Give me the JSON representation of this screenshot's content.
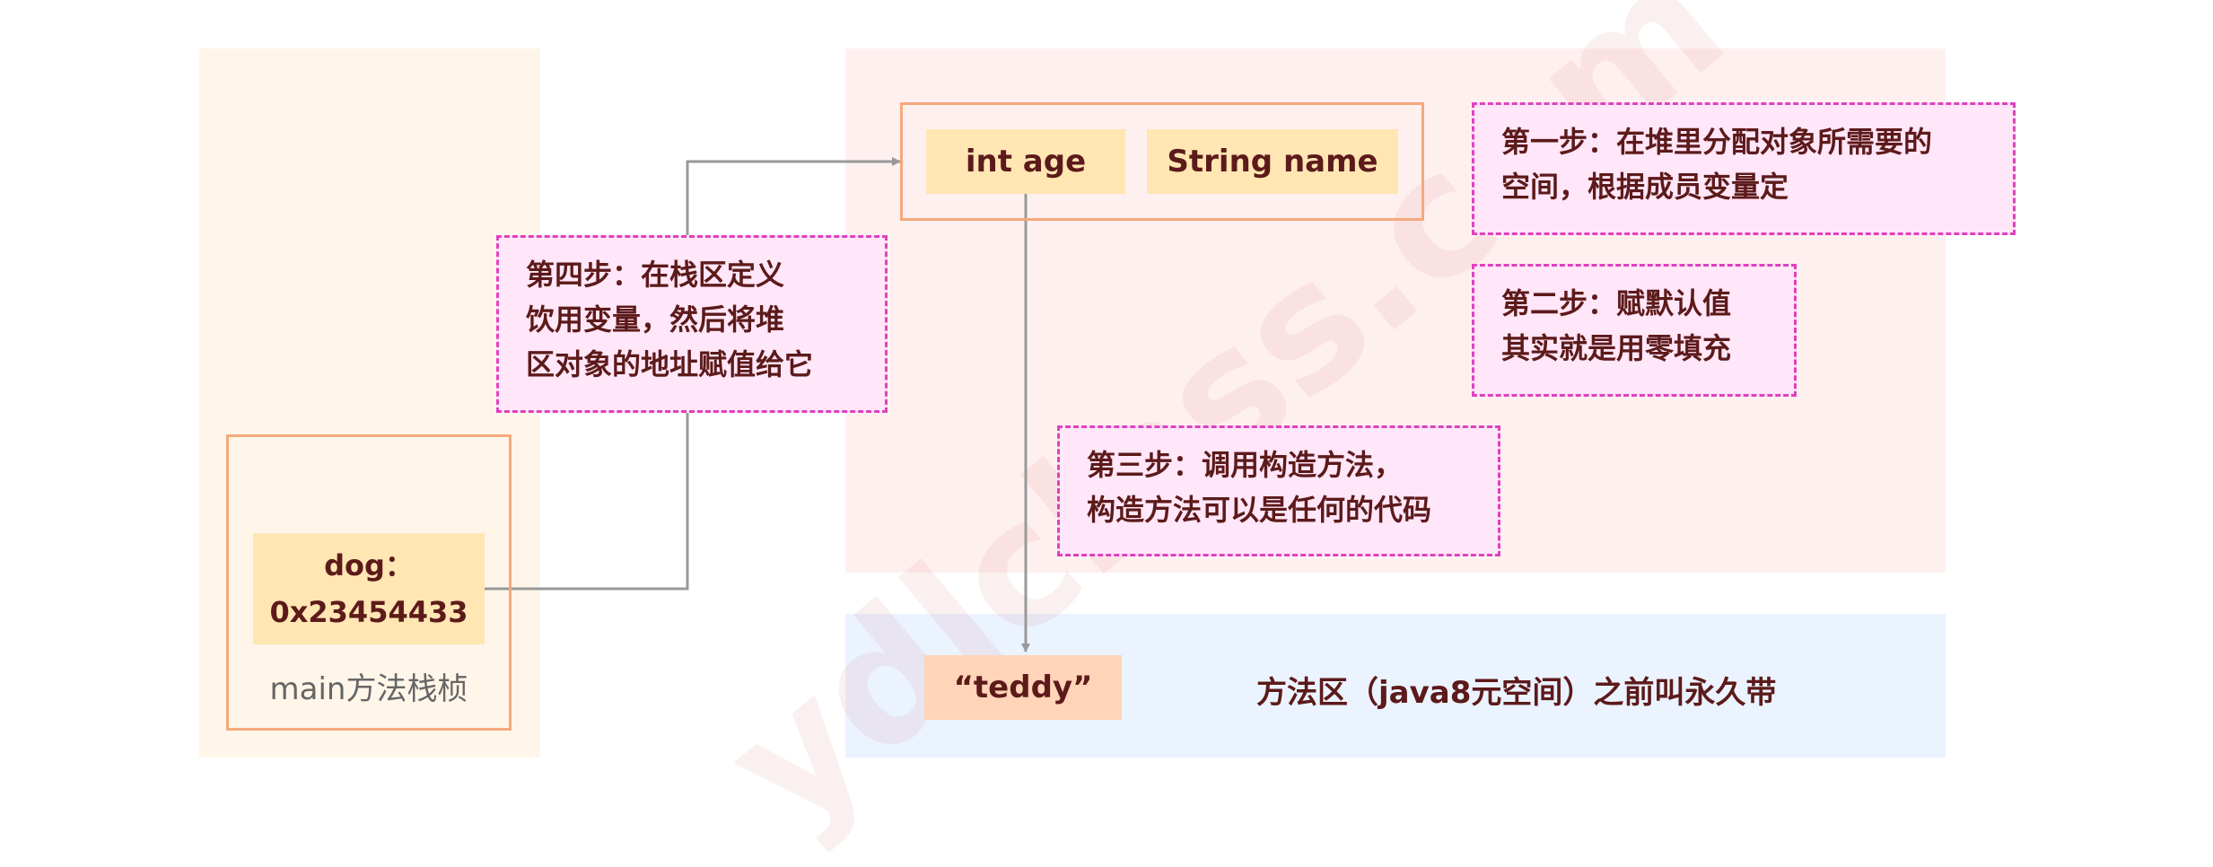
{
  "stack": {
    "dog_var_line1": "dog：",
    "dog_var_line2": "0x23454433",
    "frame_label": "main方法栈桢"
  },
  "heap": {
    "field_age": "int age",
    "field_name": "String name"
  },
  "method_area": {
    "string_value": "“teddy”",
    "label": "方法区（java8元空间）之前叫永久带"
  },
  "notes": {
    "step1": "第一步：在堆里分配对象所需要的\n空间，根据成员变量定",
    "step2": "第二步：赋默认值\n其实就是用零填充",
    "step3": "第三步：调用构造方法，\n构造方法可以是任何的代码",
    "step4": "第四步：在栈区定义\n饮用变量，然后将堆\n区对象的地址赋值给它"
  },
  "watermark": "ydlclass.com",
  "colors": {
    "stack_bg": "#fff6e9",
    "heap_bg": "#fff0f0",
    "method_area_bg": "#ebf3ff",
    "note_border": "#e040c0",
    "frame_border": "#f5a97b",
    "field_bg": "#ffe6b3",
    "arrow": "#999999"
  }
}
